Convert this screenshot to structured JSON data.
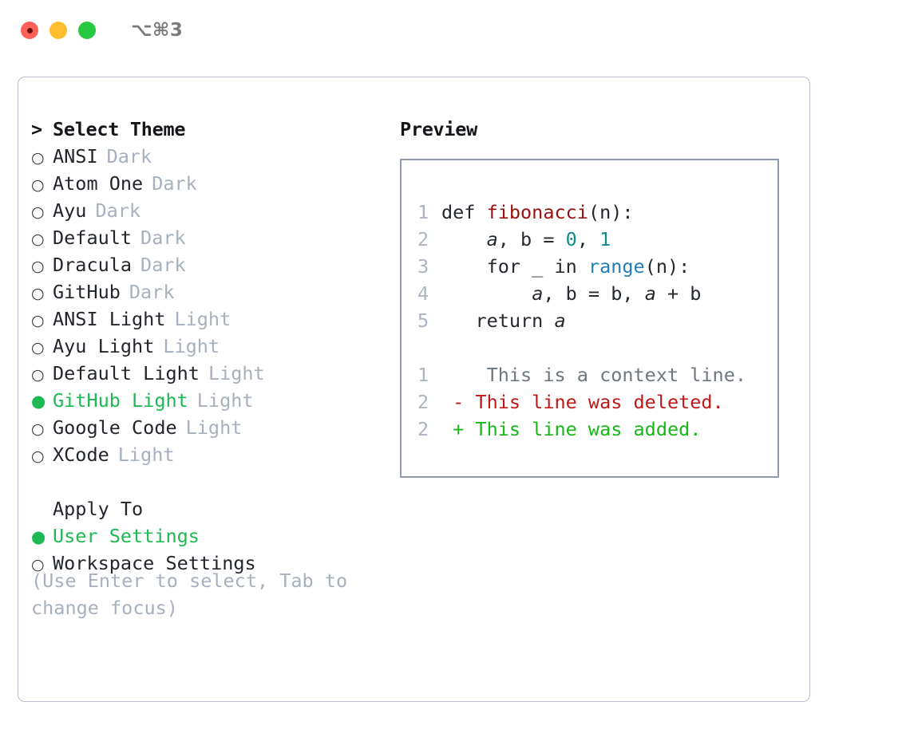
{
  "titlebar": {
    "shortcut": "⌥⌘3",
    "buttons": [
      "close",
      "minimize",
      "maximize"
    ]
  },
  "theme_list": {
    "header_caret": ">",
    "header": "Select Theme",
    "items": [
      {
        "bullet": "○",
        "name": "ANSI",
        "tag": "Dark",
        "selected": false
      },
      {
        "bullet": "○",
        "name": "Atom One",
        "tag": "Dark",
        "selected": false
      },
      {
        "bullet": "○",
        "name": "Ayu",
        "tag": "Dark",
        "selected": false
      },
      {
        "bullet": "○",
        "name": "Default",
        "tag": "Dark",
        "selected": false
      },
      {
        "bullet": "○",
        "name": "Dracula",
        "tag": "Dark",
        "selected": false
      },
      {
        "bullet": "○",
        "name": "GitHub",
        "tag": "Dark",
        "selected": false
      },
      {
        "bullet": "○",
        "name": "ANSI Light",
        "tag": "Light",
        "selected": false
      },
      {
        "bullet": "○",
        "name": "Ayu Light",
        "tag": "Light",
        "selected": false
      },
      {
        "bullet": "○",
        "name": "Default Light",
        "tag": "Light",
        "selected": false
      },
      {
        "bullet": "●",
        "name": "GitHub Light",
        "tag": "Light",
        "selected": true
      },
      {
        "bullet": "○",
        "name": "Google Code",
        "tag": "Light",
        "selected": false
      },
      {
        "bullet": "○",
        "name": "XCode",
        "tag": "Light",
        "selected": false
      }
    ]
  },
  "apply_to": {
    "header": "Apply To",
    "items": [
      {
        "bullet": "●",
        "name": "User Settings",
        "selected": true
      },
      {
        "bullet": "○",
        "name": "Workspace Settings",
        "selected": false
      }
    ]
  },
  "hint": "(Use Enter to select, Tab to change focus)",
  "preview": {
    "title": "Preview",
    "code": [
      {
        "ln": "1",
        "parts": [
          {
            "t": "def ",
            "c": "kw"
          },
          {
            "t": "fibonacci",
            "c": "fn"
          },
          {
            "t": "(n):",
            "c": "kw"
          }
        ]
      },
      {
        "ln": "2",
        "parts": [
          {
            "t": "    ",
            "c": "kw"
          },
          {
            "t": "a",
            "c": "var"
          },
          {
            "t": ", ",
            "c": "kw"
          },
          {
            "t": "b",
            "c": "kw"
          },
          {
            "t": " = ",
            "c": "kw"
          },
          {
            "t": "0",
            "c": "num"
          },
          {
            "t": ", ",
            "c": "kw"
          },
          {
            "t": "1",
            "c": "num"
          }
        ]
      },
      {
        "ln": "3",
        "parts": [
          {
            "t": "    for _ in ",
            "c": "kw"
          },
          {
            "t": "range",
            "c": "bi"
          },
          {
            "t": "(n):",
            "c": "kw"
          }
        ]
      },
      {
        "ln": "4",
        "parts": [
          {
            "t": "        ",
            "c": "kw"
          },
          {
            "t": "a",
            "c": "var"
          },
          {
            "t": ", b = b, ",
            "c": "kw"
          },
          {
            "t": "a",
            "c": "var"
          },
          {
            "t": " + b",
            "c": "kw"
          }
        ]
      },
      {
        "ln": "5",
        "parts": [
          {
            "t": "   return ",
            "c": "kw"
          },
          {
            "t": "a",
            "c": "var"
          }
        ]
      }
    ],
    "diff": [
      {
        "ln": "1",
        "marker": " ",
        "text": "  This is a context line.",
        "kind": "ctx"
      },
      {
        "ln": "2",
        "marker": "-",
        "text": " This line was deleted.",
        "kind": "del"
      },
      {
        "ln": "2",
        "marker": "+",
        "text": " This line was added.",
        "kind": "add"
      }
    ]
  },
  "colors": {
    "selected_green": "#1db954",
    "tag_gray": "#a7b0bd",
    "fn_red": "#9b1111",
    "num_teal": "#11898a",
    "builtin_blue": "#1f7fb8",
    "diff_delete": "#c01818",
    "diff_add": "#16b816",
    "context_gray": "#6e7681",
    "panel_border": "#b7bfcc",
    "code_border": "#8f9aab"
  }
}
